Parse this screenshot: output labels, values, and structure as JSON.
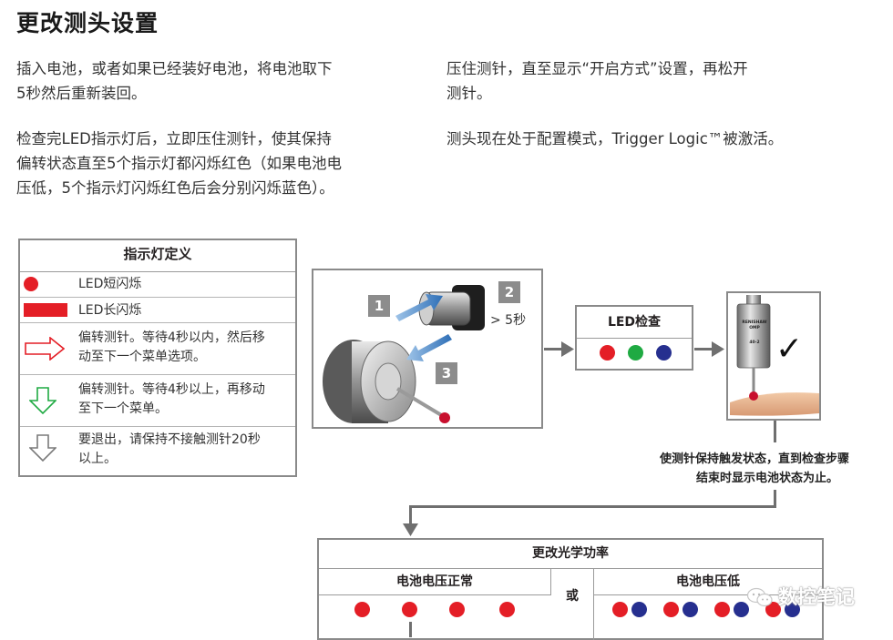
{
  "title": "更改测头设置",
  "left_paragraphs": [
    [
      "插入电池，或者如果已经装好电池，将电池取下",
      "5秒然后重新装回。"
    ],
    [
      "检查完LED指示灯后，立即压住测针，使其保持",
      "偏转状态直至5个指示灯都闪烁红色（如果电池电",
      "压低，5个指示灯闪烁红色后会分别闪烁蓝色）。"
    ]
  ],
  "right_paragraphs": [
    [
      "压住测针，直至显示“开启方式”设置，再松开",
      "测针。"
    ],
    [
      "测头现在处于配置模式，Trigger Logic™被激活。"
    ]
  ],
  "legend": {
    "title": "指示灯定义",
    "rows": [
      {
        "icon": "red-dot-icon",
        "lines": [
          "LED短闪烁"
        ]
      },
      {
        "icon": "red-bar-icon",
        "lines": [
          "LED长闪烁"
        ]
      },
      {
        "icon": "red-outline-right-arrow-icon",
        "lines": [
          "偏转测针。等待4秒以内，然后移",
          "动至下一个菜单选项。"
        ]
      },
      {
        "icon": "green-outline-down-arrow-icon",
        "lines": [
          "偏转测针。等待4秒以上，再移动",
          "至下一个菜单。"
        ]
      },
      {
        "icon": "gray-outline-down-arrow-icon",
        "lines": [
          "要退出，请保持不接触测针20秒",
          "以上。"
        ]
      }
    ]
  },
  "battery_steps": {
    "badges": [
      "1",
      "2",
      "3"
    ],
    "time_label": "> 5秒"
  },
  "led_check": {
    "title": "LED检查",
    "dots": [
      "red",
      "green",
      "blue"
    ]
  },
  "probe_label": [
    "RENISHAW",
    "OMP",
    "40-2"
  ],
  "check_mark": "✓",
  "trigger_note": [
    "使测针保持触发状态，直到检查步骤",
    "结束时显示电池状态为止。"
  ],
  "optical_power": {
    "title": "更改光学功率",
    "normal_label": "电池电压正常",
    "or_label": "或",
    "low_label": "电池电压低",
    "normal_dots": [
      "red",
      "red",
      "red",
      "red"
    ],
    "low_dots": [
      "red",
      "blue",
      "red",
      "blue",
      "red",
      "blue",
      "red",
      "blue"
    ]
  },
  "watermark": "数控笔记",
  "colors": {
    "red": "#e41e26",
    "green": "#1faa42",
    "blue": "#262f8f",
    "border": "#8a8a8a"
  }
}
